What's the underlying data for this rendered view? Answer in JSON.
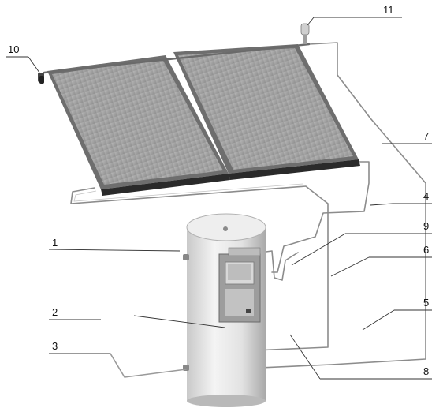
{
  "callouts": [
    {
      "id": "1",
      "label": "1"
    },
    {
      "id": "2",
      "label": "2"
    },
    {
      "id": "3",
      "label": "3"
    },
    {
      "id": "4",
      "label": "4"
    },
    {
      "id": "5",
      "label": "5"
    },
    {
      "id": "6",
      "label": "6"
    },
    {
      "id": "7",
      "label": "7"
    },
    {
      "id": "8",
      "label": "8"
    },
    {
      "id": "9",
      "label": "9"
    },
    {
      "id": "10",
      "label": "10"
    },
    {
      "id": "11",
      "label": "11"
    }
  ],
  "colors": {
    "panel_glass": "#a9a9a9",
    "panel_frame": "#6e6e6e",
    "tank_body": "#e8e8e8",
    "pipe": "#8c8c8c",
    "line": "#333333"
  }
}
